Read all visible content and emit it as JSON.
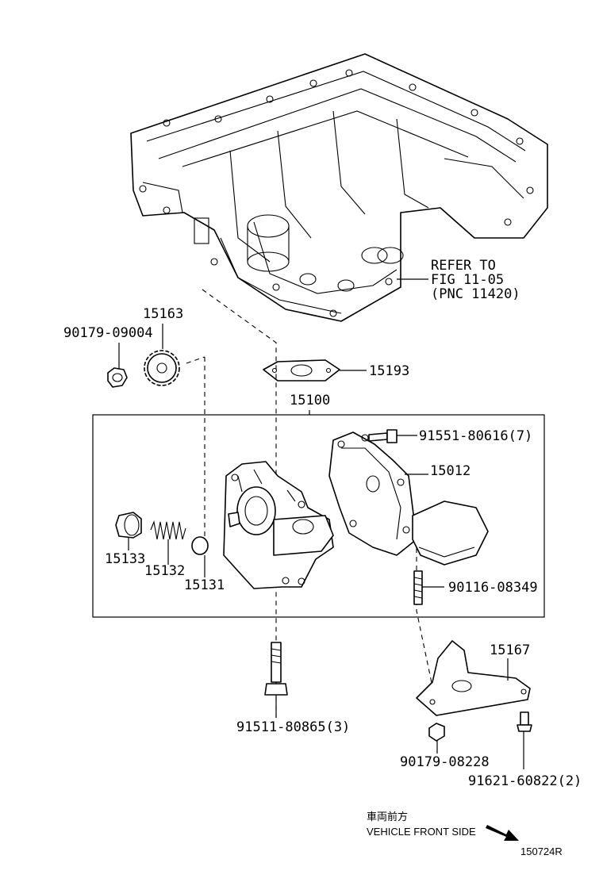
{
  "parts": {
    "p15163": "15163",
    "p90179_09004": "90179-09004",
    "p15193": "15193",
    "p15100": "15100",
    "p91551": "91551-80616(7)",
    "p15012": "15012",
    "p15133": "15133",
    "p15132": "15132",
    "p15131": "15131",
    "p90116": "90116-08349",
    "p15167": "15167",
    "p91511": "91511-80865(3)",
    "p90179_08228": "90179-08228",
    "p91621": "91621-60822(2)"
  },
  "refer": {
    "line1": "REFER TO",
    "line2": "FIG 11-05",
    "line3": "(PNC 11420)"
  },
  "direction": {
    "jp": "車両前方",
    "en": "VEHICLE FRONT SIDE",
    "icon": "arrow-icon"
  },
  "figure_id": "150724R"
}
